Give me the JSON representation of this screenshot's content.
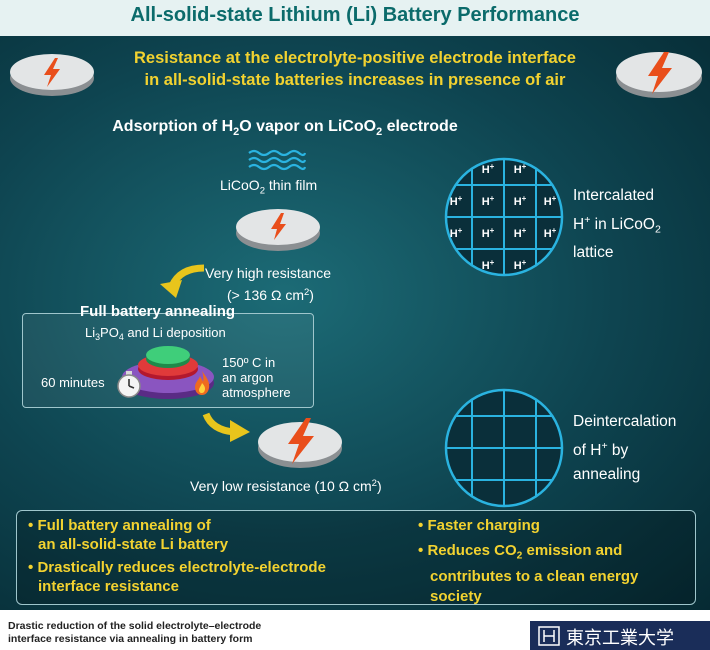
{
  "title": "All-solid-state Lithium (Li) Battery Performance",
  "headline": {
    "line1": "Resistance at the electrolyte-positive electrode interface",
    "line2": "in all-solid-state batteries increases in presence of air"
  },
  "adsorption": {
    "prefix": "Adsorption of H",
    "sub1": "2",
    "middle": "O vapor on LiCoO",
    "sub2": "2",
    "suffix": " electrode"
  },
  "thin_film": {
    "prefix": "LiCoO",
    "sub": "2",
    "suffix": " thin film"
  },
  "high_resistance": {
    "line1": "Very high resistance",
    "line2_prefix": "(> 136 Ω cm",
    "line2_sup": "2",
    "line2_suffix": ")"
  },
  "annealing": {
    "title": "Full battery annealing",
    "dep_a": "Li",
    "dep_sub1": "3",
    "dep_b": "PO",
    "dep_sub2": "4",
    "dep_c": " and Li deposition",
    "duration": "60 minutes",
    "temp_line1": "150º C in",
    "temp_line2": "an argon",
    "temp_line3": "atmosphere"
  },
  "low_resistance": {
    "prefix": "Very low resistance (10 Ω cm",
    "sup": "2",
    "suffix": ")"
  },
  "intercalated": {
    "line1": "Intercalated",
    "line2_a": "H",
    "line2_sup": "+",
    "line2_b": " in LiCoO",
    "line2_sub": "2",
    "line3": "lattice"
  },
  "deintercalation": {
    "line1": "Deintercalation",
    "line2_a": "of H",
    "line2_sup": "+",
    "line2_b": " by",
    "line3": "annealing"
  },
  "lattice_label": {
    "base": "H",
    "sup": "+"
  },
  "benefits_left": {
    "b1_line1": "Full battery annealing of",
    "b1_line2": "an all-solid-state Li battery",
    "b2_line1": "Drastically reduces electrolyte-electrode",
    "b2_line2": "interface resistance"
  },
  "benefits_right": {
    "b1": "Faster charging",
    "b2_prefix": "Reduces CO",
    "b2_sub": "2",
    "b2_suffix": " emission and",
    "b2_line2": "contributes to a clean energy",
    "b2_line3": "society"
  },
  "bullet": "•",
  "caption": {
    "line1": "Drastic reduction of the solid electrolyte–electrode",
    "line2": "interface resistance via annealing in battery form"
  },
  "logo": {
    "text": "東京工業大学"
  },
  "colors": {
    "accent_yellow": "#f2d230",
    "title_teal": "#0b6b6b",
    "lattice_blue": "#2ab3e0",
    "bolt_orange": "#e94e1b"
  },
  "icons": [
    "lightning-bolt-icon",
    "water-waves-icon",
    "stopwatch-icon",
    "flame-icon",
    "curved-arrow-icon",
    "lattice-circle-icon",
    "university-logo-icon"
  ]
}
